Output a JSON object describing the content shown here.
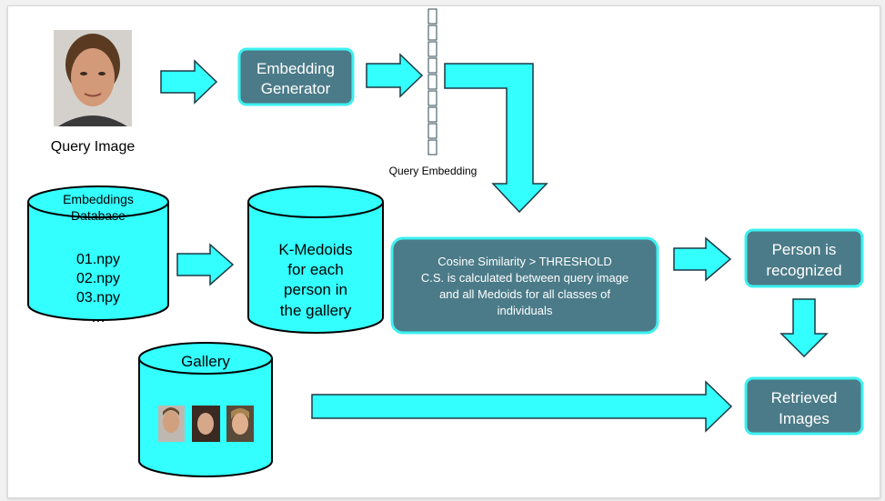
{
  "query": {
    "label": "Query Image"
  },
  "embedding_generator": {
    "line1": "Embedding",
    "line2": "Generator"
  },
  "query_embedding": {
    "label": "Query Embedding"
  },
  "embeddings_db": {
    "title1": "Embeddings",
    "title2": "Database",
    "files": [
      "01.npy",
      "02.npy",
      "03.npy",
      "…"
    ]
  },
  "kmedoids": {
    "lines": [
      "K-Medoids",
      "for each",
      "person in",
      "the gallery"
    ]
  },
  "cosine": {
    "lines": [
      "Cosine Similarity > THRESHOLD",
      "C.S. is calculated between query image",
      "and all Medoids for all classes of",
      "individuals"
    ]
  },
  "person_recognized": {
    "line1": "Person is",
    "line2": "recognized"
  },
  "gallery": {
    "title": "Gallery"
  },
  "retrieved": {
    "line1": "Retrieved",
    "line2": "Images"
  },
  "colors": {
    "cyan": "#33ffff",
    "teal_box": "#4b7b88",
    "teal_border": "#3df0f0",
    "outline": "#1a3a44"
  }
}
